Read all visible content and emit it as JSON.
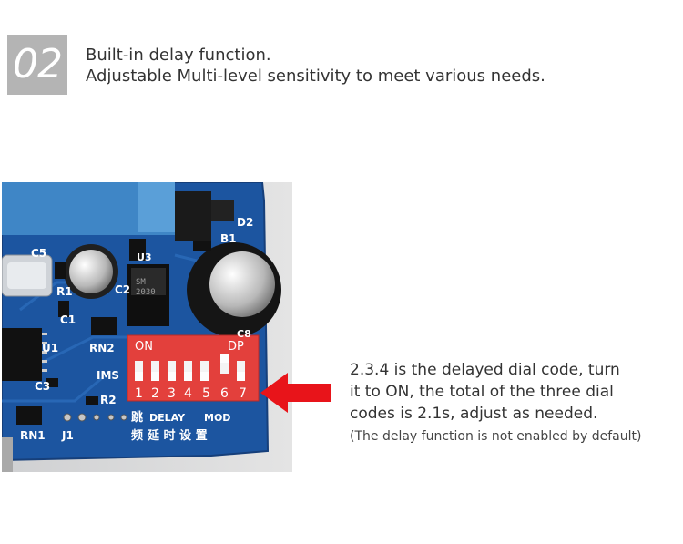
{
  "badge": {
    "number": "02"
  },
  "header": {
    "line1": "Built-in delay function.",
    "line2": "Adjustable Multi-level sensitivity to meet various needs."
  },
  "board": {
    "labels": {
      "c5": "C5",
      "r1": "R1",
      "c1": "C1",
      "u1": "U1",
      "rn2": "RN2",
      "u3": "U3",
      "c2": "C2",
      "r2": "R2",
      "c3": "C3",
      "j1": "J1",
      "rn1": "RN1",
      "ims": "IMS",
      "d2": "D2",
      "b1": "B1",
      "c8": "C8",
      "chip": "SM\n2030",
      "on": "ON",
      "dp": "DP",
      "delay": "DELAY",
      "mod": "MOD",
      "cn_left": "跳\n频",
      "cn_mid": "延 时 设 置"
    },
    "dip_numbers": [
      "1",
      "2",
      "3",
      "4",
      "5",
      "6",
      "7"
    ]
  },
  "colors": {
    "arrow": "#e8141a",
    "switch": "#e3403c",
    "pcb": "#1e5aa6"
  },
  "description": {
    "line1": "2.3.4 is the delayed dial code, turn",
    "line2": "it to ON, the total of the three dial",
    "line3": "codes is 2.1s, adjust as needed.",
    "note": "(The delay function is not enabled by default)"
  }
}
